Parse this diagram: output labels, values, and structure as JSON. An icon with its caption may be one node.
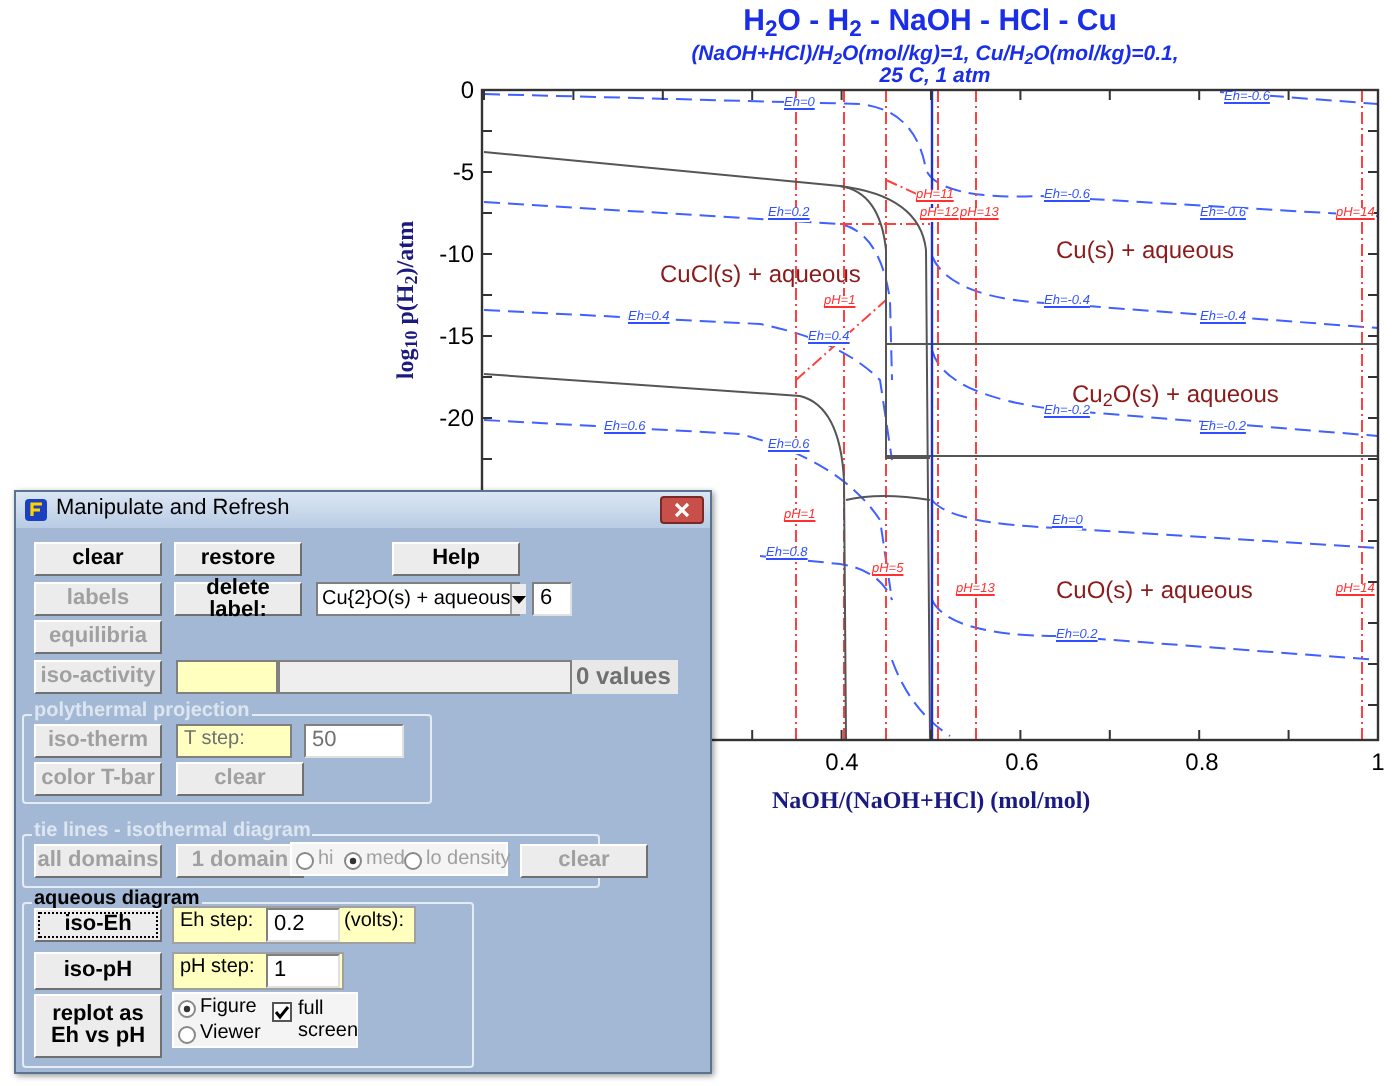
{
  "diagram": {
    "title": "H$_{2}$O - H$_{2}$ - NaOH - HCl - Cu",
    "labels": [
      "(NaOH+HCl)/H$_{2}$O(mol/kg)=1, Cu/H$_{2}$O(mol/kg)=0.1, 25 C, 1 atm",
      "0",
      "-5",
      "-10",
      "-15",
      "-20",
      "log$_{10}$ p(H$_{2}$)/atm",
      "CuCl(s) + aqueous",
      "Cu(s) + aqueous",
      "Cu$_{2}$O(s) + aqueous",
      "CuO(s) + aqueous",
      "Eh=0",
      "Eh=-0.6",
      "pH=11",
      "Eh=-0.6",
      "Eh=0.2",
      "pH=12",
      "pH=13",
      "Eh=-0.6",
      "pH=14",
      "pH=1",
      "Eh=-0.4",
      "Eh=0.4",
      "Eh=-0.4",
      "Eh=0.4",
      "Eh=-0.2",
      "Eh=0.6",
      "Eh=-0.2",
      "Eh=0.6",
      "pH=1",
      "Eh=0",
      "Eh=0.8",
      "pH=5",
      "pH=13",
      "pH=14",
      "Eh=0.2",
      "0.4",
      "0.6",
      "0.8",
      "1",
      "NaOH/(NaOH+HCl) (mol/mol)",
      "Manipulate and Refresh",
      "clear",
      "restore",
      "Help",
      "labels",
      "delete label:",
      "Cu{2}O(s) + aqueous",
      "6",
      "equilibria",
      "iso-activity",
      "0 values",
      "polythermal projection",
      "iso-therm",
      "T step:",
      "50",
      "color T-bar",
      "clear",
      "tie lines - isothermal diagram",
      "all domains",
      "1 domain",
      "hi",
      "med",
      "lo density",
      "clear",
      "aqueous diagram",
      "iso-Eh",
      "Eh step:",
      "0.2",
      "(volts):",
      "iso-pH",
      "pH step:",
      "1",
      "replot as Eh vs pH",
      "Figure",
      "Viewer",
      "full screen"
    ]
  }
}
